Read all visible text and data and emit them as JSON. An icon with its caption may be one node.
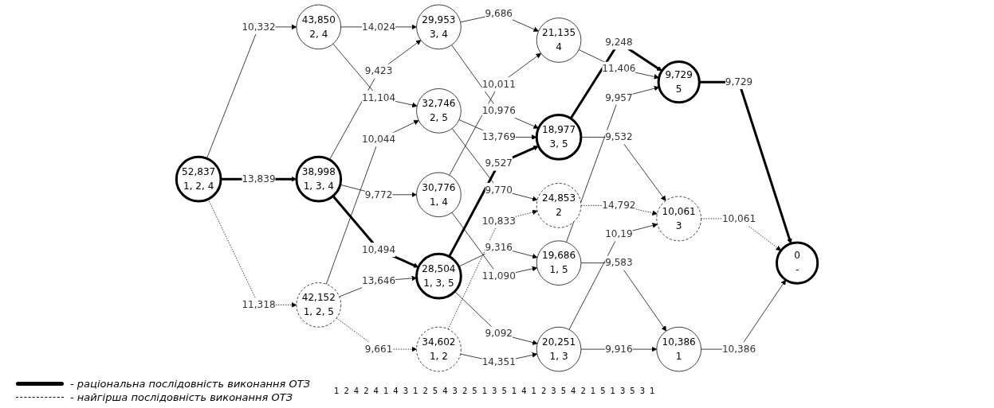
{
  "diagram": {
    "nodes": [
      {
        "text": [
          "52,837",
          "1, 2, 4"
        ]
      },
      {
        "text": [
          "43,850",
          "2, 4"
        ]
      },
      {
        "text": [
          "38,998",
          "1, 3, 4"
        ]
      },
      {
        "text": [
          "42,152",
          "1, 2, 5"
        ]
      },
      {
        "text": [
          "29,953",
          "3, 4"
        ]
      },
      {
        "text": [
          "32,746",
          "2, 5"
        ]
      },
      {
        "text": [
          "28,504",
          "1, 3, 5"
        ]
      },
      {
        "text": [
          "30,776",
          "1, 4"
        ]
      },
      {
        "text": [
          "34,602",
          "1, 2"
        ]
      },
      {
        "text": [
          "18,977",
          "3, 5"
        ]
      },
      {
        "text": [
          "21,135",
          "4"
        ]
      },
      {
        "text": [
          "24,853",
          "2"
        ]
      },
      {
        "text": [
          "19,686",
          "1, 5"
        ]
      },
      {
        "text": [
          "20,251",
          "1, 3"
        ]
      },
      {
        "text": [
          "9,729",
          "5"
        ]
      },
      {
        "text": [
          "10,061",
          "3"
        ]
      },
      {
        "text": [
          "10,386",
          "1"
        ]
      },
      {
        "text": [
          "0",
          "-"
        ]
      }
    ],
    "edges": [
      {
        "from": 0,
        "to": 1,
        "arrow": "to",
        "label": "10,332"
      },
      {
        "from": 0,
        "to": 2,
        "arrow": "to",
        "label": "13,839",
        "style": "thick"
      },
      {
        "from": 0,
        "to": 3,
        "arrow": "to",
        "label": "11,318",
        "style": "dashed"
      },
      {
        "from": 1,
        "to": 4,
        "arrow": "to",
        "label": "14,024"
      },
      {
        "from": 1,
        "to": 5,
        "arrow": "to",
        "label": "11,104"
      },
      {
        "from": 2,
        "to": 4,
        "arrow": "to",
        "label": "9,423"
      },
      {
        "from": 2,
        "to": 6,
        "arrow": "to",
        "label": "10,494",
        "style": "thick"
      },
      {
        "from": 2,
        "to": 7,
        "arrow": "to",
        "label": "9,772"
      },
      {
        "from": 3,
        "to": 5,
        "arrow": "to",
        "label": "10,044"
      },
      {
        "from": 3,
        "to": 6,
        "arrow": "to",
        "label": "13,646"
      },
      {
        "from": 3,
        "to": 8,
        "arrow": "to",
        "label": "9,661",
        "style": "dashed"
      },
      {
        "from": 4,
        "to": 9,
        "arrow": "to",
        "label": "10,976"
      },
      {
        "from": 4,
        "to": 10,
        "arrow": "to",
        "label": "9,686"
      },
      {
        "from": 5,
        "to": 9,
        "arrow": "to",
        "label": "13,769"
      },
      {
        "from": 5,
        "to": 11,
        "arrow": "to",
        "label": "9,770"
      },
      {
        "from": 6,
        "to": 9,
        "arrow": "to",
        "label": "9,527",
        "style": "thick"
      },
      {
        "from": 6,
        "to": 12,
        "arrow": "to",
        "label": "9,316"
      },
      {
        "from": 6,
        "to": 13,
        "arrow": "to",
        "label": "9,092"
      },
      {
        "from": 7,
        "to": 10,
        "arrow": "to",
        "label": "10,011"
      },
      {
        "from": 7,
        "to": 12,
        "arrow": "to",
        "label": "11,090"
      },
      {
        "from": 8,
        "to": 11,
        "arrow": "to",
        "label": "10,833",
        "style": "dashed"
      },
      {
        "from": 8,
        "to": 13,
        "arrow": "to",
        "label": "14,351"
      },
      {
        "from": 9,
        "to": 14,
        "arrow": "to",
        "label": "9,248",
        "style": "thick"
      },
      {
        "from": 9,
        "to": 15,
        "arrow": "to",
        "label": "9,532"
      },
      {
        "from": 10,
        "to": 14,
        "arrow": "to",
        "label": "11,406"
      },
      {
        "from": 11,
        "to": 15,
        "arrow": "to",
        "label": "14,792",
        "style": "dashed"
      },
      {
        "from": 12,
        "to": 14,
        "arrow": "to",
        "label": "9,957"
      },
      {
        "from": 12,
        "to": 16,
        "arrow": "to",
        "label": "9,583"
      },
      {
        "from": 13,
        "to": 15,
        "arrow": "to",
        "label": "10,19"
      },
      {
        "from": 13,
        "to": 16,
        "arrow": "to",
        "label": "9,916"
      },
      {
        "from": 14,
        "to": 17,
        "arrow": "to",
        "label": "9,729",
        "style": "thick"
      },
      {
        "from": 15,
        "to": 17,
        "arrow": "to",
        "label": "10,061",
        "style": "dashed"
      },
      {
        "from": 16,
        "to": 17,
        "arrow": "to",
        "label": "10,386"
      }
    ],
    "labels": [
      "1",
      "2",
      "4",
      "2",
      "4",
      "1",
      "4",
      "3",
      "1",
      "2",
      "5",
      "4",
      "3",
      "2",
      "5",
      "1",
      "3",
      "5",
      "1",
      "4",
      "1",
      "2",
      "3",
      "5",
      "4",
      "2",
      "1",
      "5",
      "1",
      "3",
      "5",
      "3",
      "1"
    ],
    "legend": [
      {
        "text": "- раціональна послідовність виконання ОТЗ"
      },
      {
        "text": "- найгірша послідовність виконання ОТЗ"
      }
    ]
  }
}
